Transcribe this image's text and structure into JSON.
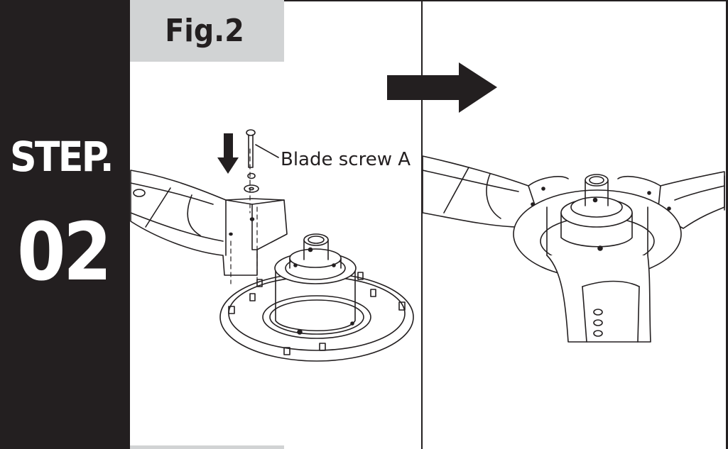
{
  "sidebar": {
    "step_label": "STEP.",
    "step_number": "02"
  },
  "figure": {
    "label": "Fig.2"
  },
  "left_panel": {
    "callout": "Blade screw A"
  },
  "colors": {
    "ink": "#231f20",
    "tab_gray": "#d1d3d4",
    "background": "#ffffff"
  },
  "icons": [
    "down-arrow-icon",
    "right-arrow-icon"
  ]
}
